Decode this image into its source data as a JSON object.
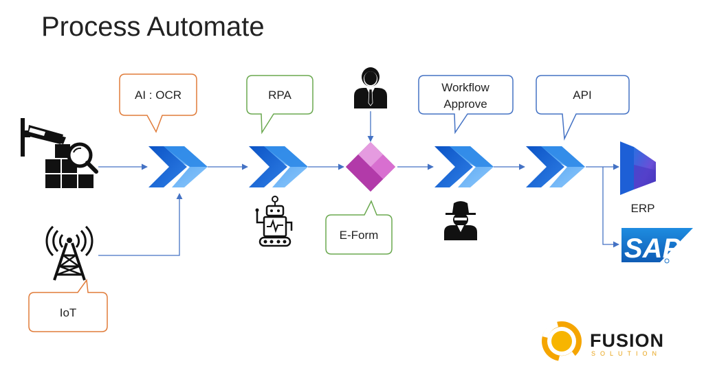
{
  "title": "Process Automate",
  "callouts": {
    "ai_ocr": "AI : OCR",
    "rpa": "RPA",
    "workflow_line1": "Workflow",
    "workflow_line2": "Approve",
    "api": "API",
    "eform": "E-Form",
    "iot": "IoT"
  },
  "targets": {
    "erp": "ERP",
    "sap": "SAP"
  },
  "logo": {
    "name": "FUSION",
    "sub": "SOLUTION"
  },
  "colors": {
    "orange_callout": "#e07b39",
    "green_callout": "#6aa84f",
    "blue_callout": "#4472c4",
    "connector": "#4472c4",
    "power_automate_dark": "#0f5fd1",
    "power_automate_light": "#5aaef5",
    "power_apps": "#b83bb0",
    "sap_blue": "#1a73c9",
    "fusion_orange": "#f5a500"
  }
}
